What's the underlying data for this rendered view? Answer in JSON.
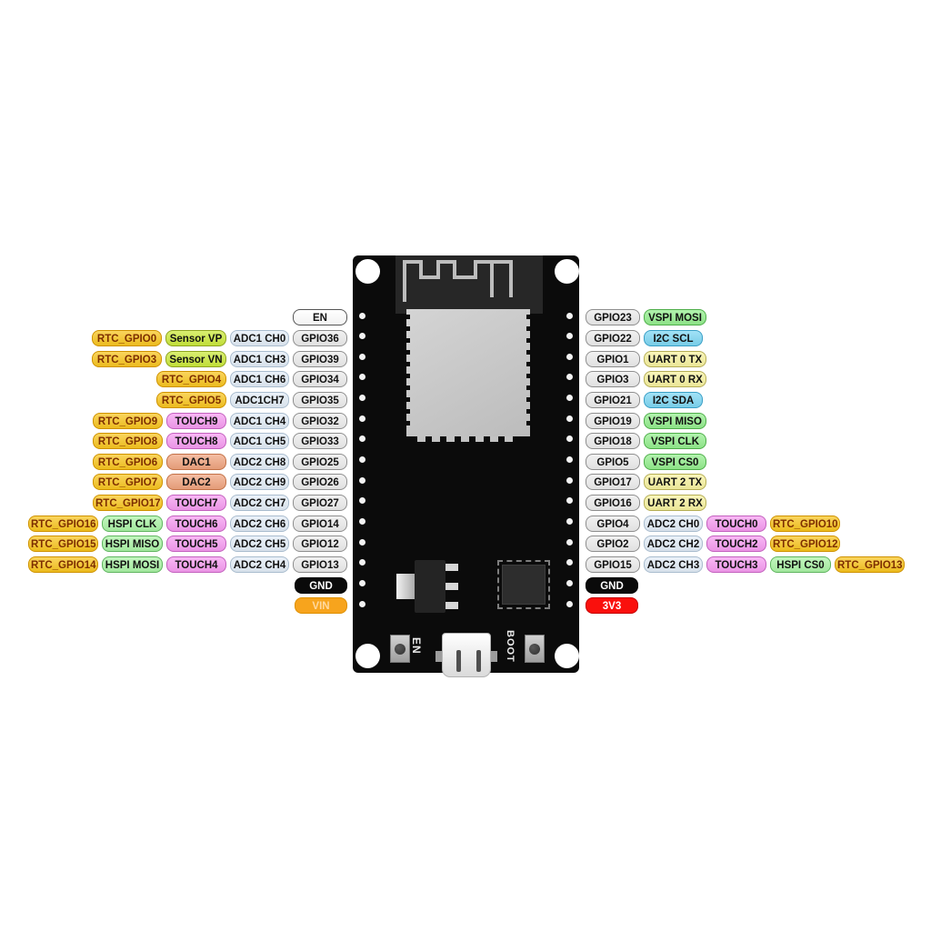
{
  "board": {
    "en_text": "EN",
    "boot_text": "BOOT"
  },
  "pin_colors": {
    "en": {
      "bg": "#ffffff",
      "border": "#555555",
      "text": "#111111",
      "w": 60
    },
    "rtc": {
      "bg": "#F8C51F",
      "border": "#CF9200",
      "text": "#7d2e00",
      "w": 77
    },
    "sensor": {
      "bg": "#CBE93B",
      "border": "#8FA41F",
      "text": "#111111",
      "w": 67
    },
    "adc": {
      "bg": "#E3EDF7",
      "border": "#A9BCCE",
      "text": "#111111",
      "w": 65
    },
    "gpio": {
      "bg": "#ECECEC",
      "border": "#8E8E8E",
      "text": "#111111",
      "w": 60
    },
    "touch": {
      "bg": "#F69CF1",
      "border": "#C361BE",
      "text": "#111111",
      "w": 66
    },
    "dac": {
      "bg": "#F0A47F",
      "border": "#C27147",
      "text": "#111111",
      "w": 66
    },
    "hspi": {
      "bg": "#ABF3A6",
      "border": "#5FB55F",
      "text": "#111111",
      "w": 67
    },
    "vspi": {
      "bg": "#94EE8E",
      "border": "#4FAE4A",
      "text": "#111111",
      "w": 69
    },
    "i2c": {
      "bg": "#7ED7F3",
      "border": "#3A9FC6",
      "text": "#111111",
      "w": 65
    },
    "uart": {
      "bg": "#F7F2A0",
      "border": "#B5AE56",
      "text": "#111111",
      "w": 69
    },
    "gnd": {
      "bg": "#0A0A0A",
      "border": "#000000",
      "text": "#ffffff",
      "w": 58,
      "flat": true
    },
    "vin": {
      "bg": "#F7A41D",
      "border": "#DE8F00",
      "text": "#FFD9A0",
      "w": 58,
      "flat": true
    },
    "v33": {
      "bg": "#FA100D",
      "border": "#C40000",
      "text": "#ffffff",
      "w": 58,
      "flat": true
    }
  },
  "left_rows": [
    [
      {
        "t": "EN",
        "k": "en"
      }
    ],
    [
      {
        "t": "RTC_GPIO0",
        "k": "rtc"
      },
      {
        "t": "Sensor VP",
        "k": "sensor"
      },
      {
        "t": "ADC1 CH0",
        "k": "adc"
      },
      {
        "t": "GPIO36",
        "k": "gpio"
      }
    ],
    [
      {
        "t": "RTC_GPIO3",
        "k": "rtc"
      },
      {
        "t": "Sensor VN",
        "k": "sensor"
      },
      {
        "t": "ADC1 CH3",
        "k": "adc"
      },
      {
        "t": "GPIO39",
        "k": "gpio"
      }
    ],
    [
      {
        "t": "RTC_GPIO4",
        "k": "rtc"
      },
      {
        "t": "ADC1 CH6",
        "k": "adc"
      },
      {
        "t": "GPIO34",
        "k": "gpio"
      }
    ],
    [
      {
        "t": "RTC_GPIO5",
        "k": "rtc"
      },
      {
        "t": "ADC1CH7",
        "k": "adc"
      },
      {
        "t": "GPIO35",
        "k": "gpio"
      }
    ],
    [
      {
        "t": "RTC_GPIO9",
        "k": "rtc"
      },
      {
        "t": "TOUCH9",
        "k": "touch"
      },
      {
        "t": "ADC1 CH4",
        "k": "adc"
      },
      {
        "t": "GPIO32",
        "k": "gpio"
      }
    ],
    [
      {
        "t": "RTC_GPIO8",
        "k": "rtc"
      },
      {
        "t": "TOUCH8",
        "k": "touch"
      },
      {
        "t": "ADC1 CH5",
        "k": "adc"
      },
      {
        "t": "GPIO33",
        "k": "gpio"
      }
    ],
    [
      {
        "t": "RTC_GPIO6",
        "k": "rtc"
      },
      {
        "t": "DAC1",
        "k": "dac"
      },
      {
        "t": "ADC2 CH8",
        "k": "adc"
      },
      {
        "t": "GPIO25",
        "k": "gpio"
      }
    ],
    [
      {
        "t": "RTC_GPIO7",
        "k": "rtc"
      },
      {
        "t": "DAC2",
        "k": "dac"
      },
      {
        "t": "ADC2 CH9",
        "k": "adc"
      },
      {
        "t": "GPIO26",
        "k": "gpio"
      }
    ],
    [
      {
        "t": "RTC_GPIO17",
        "k": "rtc"
      },
      {
        "t": "TOUCH7",
        "k": "touch"
      },
      {
        "t": "ADC2 CH7",
        "k": "adc"
      },
      {
        "t": "GPIO27",
        "k": "gpio"
      }
    ],
    [
      {
        "t": "RTC_GPIO16",
        "k": "rtc"
      },
      {
        "t": "HSPI CLK",
        "k": "hspi"
      },
      {
        "t": "TOUCH6",
        "k": "touch"
      },
      {
        "t": "ADC2 CH6",
        "k": "adc"
      },
      {
        "t": "GPIO14",
        "k": "gpio"
      }
    ],
    [
      {
        "t": "RTC_GPIO15",
        "k": "rtc"
      },
      {
        "t": "HSPI MISO",
        "k": "hspi"
      },
      {
        "t": "TOUCH5",
        "k": "touch"
      },
      {
        "t": "ADC2 CH5",
        "k": "adc"
      },
      {
        "t": "GPIO12",
        "k": "gpio"
      }
    ],
    [
      {
        "t": "RTC_GPIO14",
        "k": "rtc"
      },
      {
        "t": "HSPI MOSI",
        "k": "hspi"
      },
      {
        "t": "TOUCH4",
        "k": "touch"
      },
      {
        "t": "ADC2 CH4",
        "k": "adc"
      },
      {
        "t": "GPIO13",
        "k": "gpio"
      }
    ],
    [
      {
        "t": "GND",
        "k": "gnd"
      }
    ],
    [
      {
        "t": "VIN",
        "k": "vin"
      }
    ]
  ],
  "right_rows": [
    [
      {
        "t": "GPIO23",
        "k": "gpio"
      },
      {
        "t": "VSPI MOSI",
        "k": "vspi"
      }
    ],
    [
      {
        "t": "GPIO22",
        "k": "gpio"
      },
      {
        "t": "I2C SCL",
        "k": "i2c"
      }
    ],
    [
      {
        "t": "GPIO1",
        "k": "gpio"
      },
      {
        "t": "UART 0 TX",
        "k": "uart"
      }
    ],
    [
      {
        "t": "GPIO3",
        "k": "gpio"
      },
      {
        "t": "UART 0 RX",
        "k": "uart"
      }
    ],
    [
      {
        "t": "GPIO21",
        "k": "gpio"
      },
      {
        "t": "I2C SDA",
        "k": "i2c"
      }
    ],
    [
      {
        "t": "GPIO19",
        "k": "gpio"
      },
      {
        "t": "VSPI MISO",
        "k": "vspi"
      }
    ],
    [
      {
        "t": "GPIO18",
        "k": "gpio"
      },
      {
        "t": "VSPI CLK",
        "k": "vspi"
      }
    ],
    [
      {
        "t": "GPIO5",
        "k": "gpio"
      },
      {
        "t": "VSPI CS0",
        "k": "vspi"
      }
    ],
    [
      {
        "t": "GPIO17",
        "k": "gpio"
      },
      {
        "t": "UART 2 TX",
        "k": "uart"
      }
    ],
    [
      {
        "t": "GPIO16",
        "k": "gpio"
      },
      {
        "t": "UART 2 RX",
        "k": "uart"
      }
    ],
    [
      {
        "t": "GPIO4",
        "k": "gpio"
      },
      {
        "t": "ADC2 CH0",
        "k": "adc"
      },
      {
        "t": "TOUCH0",
        "k": "touch"
      },
      {
        "t": "RTC_GPIO10",
        "k": "rtc"
      }
    ],
    [
      {
        "t": "GPIO2",
        "k": "gpio"
      },
      {
        "t": "ADC2 CH2",
        "k": "adc"
      },
      {
        "t": "TOUCH2",
        "k": "touch"
      },
      {
        "t": "RTC_GPIO12",
        "k": "rtc"
      }
    ],
    [
      {
        "t": "GPIO15",
        "k": "gpio"
      },
      {
        "t": "ADC2 CH3",
        "k": "adc"
      },
      {
        "t": "TOUCH3",
        "k": "touch"
      },
      {
        "t": "HSPI CS0",
        "k": "hspi"
      },
      {
        "t": "RTC_GPIO13",
        "k": "rtc"
      }
    ],
    [
      {
        "t": "GND",
        "k": "gnd"
      }
    ],
    [
      {
        "t": "3V3",
        "k": "v33"
      }
    ]
  ]
}
